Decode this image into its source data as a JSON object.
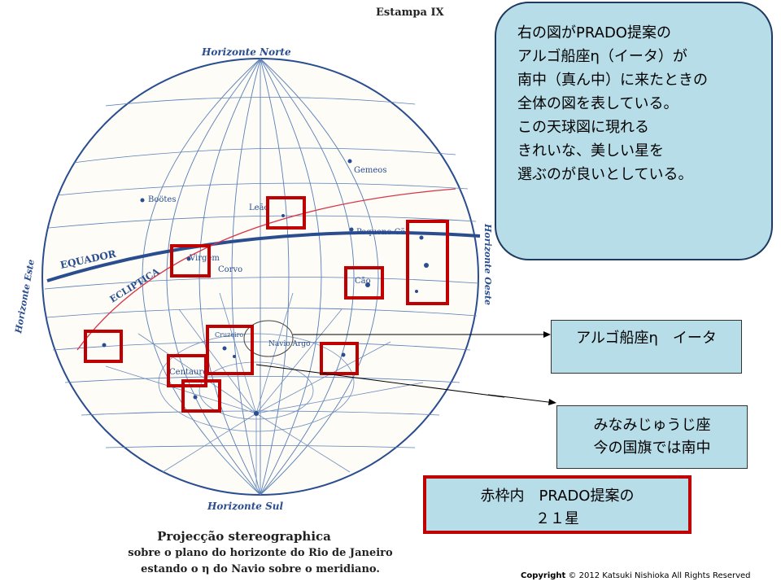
{
  "plate": {
    "label": "Estampa IX"
  },
  "horizons": {
    "north": "Horizonte Norte",
    "south": "Horizonte Sul",
    "east": "Horizonte Este",
    "west": "Horizonte Oeste"
  },
  "circles": {
    "equator": "EQUADOR",
    "ecliptic": "ECLIPTICA"
  },
  "constellations": [
    {
      "label": "Gemeos"
    },
    {
      "label": "Pequeno Cão"
    },
    {
      "label": "Leão"
    },
    {
      "label": "Boötes"
    },
    {
      "label": "Virgem"
    },
    {
      "label": "Corvo"
    },
    {
      "label": "Cão"
    },
    {
      "label": "Navio Argo"
    },
    {
      "label": "Centauro"
    },
    {
      "label": "Cruzeiro"
    }
  ],
  "colors": {
    "frame": "#c00000",
    "ink": "#2a4d8f",
    "ecliptic": "#d9344a",
    "bubble": "#b7dde8"
  },
  "caption": {
    "line1": "Projecção stereographica",
    "line2": "sobre o plano do horizonte do Rio de Janeiro",
    "line3": "estando o η do Navio sobre o meridiano."
  },
  "note": {
    "lines": [
      "右の図がPRADO提案の",
      "アルゴ船座η（イータ）が",
      "南中（真ん中）に来たときの",
      "全体の図を表している。",
      "この天球図に現れる",
      "きれいな、美しい星を",
      "選ぶのが良いとしている。"
    ]
  },
  "labels": {
    "argo": "アルゴ船座η　イータ",
    "cross_line1": "みなみじゅうじ座",
    "cross_line2": "今の国旗では南中",
    "prado_line1": "赤枠内　PRADO提案の",
    "prado_line2": "２１星"
  },
  "copyright": {
    "label": "Copyright",
    "text": "© 2012 Katsuki Nishioka All Rights Reserved"
  }
}
